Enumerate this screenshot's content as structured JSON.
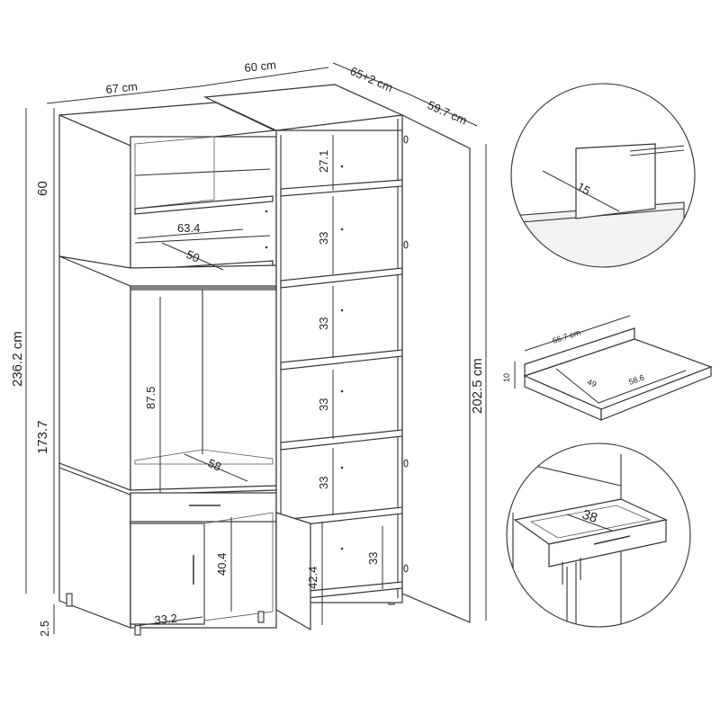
{
  "dimensions": {
    "top_width_left": "67 cm",
    "top_width_middle": "60 cm",
    "top_depth": "65+2 cm",
    "top_door": "59.7 cm",
    "total_height": "236.2 cm",
    "upper_height": "60",
    "lower_height": "173.7",
    "foot_height": "2.5",
    "door_height": "202.5 cm",
    "shelf_width": "63.4",
    "shelf_depth": "50",
    "hanging_height": "87.5",
    "hanging_depth": "58",
    "cabinet_inner_height": "40.4",
    "cabinet_inner_width": "33.2",
    "right_shelf_1": "27.1",
    "right_shelf_2": "33",
    "right_shelf_3": "33",
    "right_shelf_4": "33",
    "right_shelf_5": "33",
    "right_bottom_left": "42.4",
    "right_bottom_right": "33"
  },
  "details": {
    "circle_top_value": "15",
    "shelf_detail_length": "66.7 cm",
    "shelf_detail_height": "10",
    "shelf_detail_depth_a": "49",
    "shelf_detail_depth_b": "58.6",
    "drawer_detail_value": "38"
  }
}
